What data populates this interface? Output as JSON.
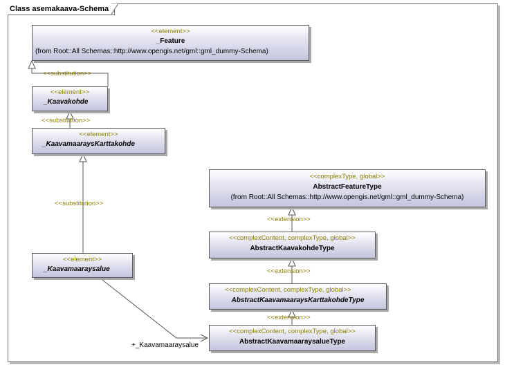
{
  "frame": {
    "title": "Class asemakaava-Schema"
  },
  "classes": {
    "feature": {
      "stereotype": "<<element>>",
      "name": "_Feature",
      "from": "(from Root::All Schemas::http://www.opengis.net/gml::gml_dummy-Schema)"
    },
    "kaavakohde": {
      "stereotype": "<<element>>",
      "name": "_Kaavakohde"
    },
    "kaavamaarays_karttakohde": {
      "stereotype": "<<element>>",
      "name": "_KaavamaaraysKarttakohde"
    },
    "kaavamaaraysalue": {
      "stereotype": "<<element>>",
      "name": "_Kaavamaaraysalue"
    },
    "abstract_feature_type": {
      "stereotype": "<<complexType, global>>",
      "name": "AbstractFeatureType",
      "from": "(from Root::All Schemas::http://www.opengis.net/gml::gml_dummy-Schema)"
    },
    "abstract_kaavakohde_type": {
      "stereotype": "<<complexContent, complexType, global>>",
      "name": "AbstractKaavakohdeType"
    },
    "abstract_kaavamaarays_karttakohde_type": {
      "stereotype": "<<complexContent, complexType, global>>",
      "name": "AbstractKaavamaaraysKarttakohdeType"
    },
    "abstract_kaavamaaraysalue_type": {
      "stereotype": "<<complexContent, complexType, global>>",
      "name": "AbstractKaavamaaraysalueType"
    }
  },
  "connectors": {
    "substitution_1": "<<substitution>>",
    "substitution_2": "<<substitution>>",
    "substitution_3": "<<substitution>>",
    "extension_1": "<<extension>>",
    "extension_2": "<<extension>>",
    "extension_3": "<<extension>>",
    "association_role": "+_Kaavamaaraysalue"
  }
}
